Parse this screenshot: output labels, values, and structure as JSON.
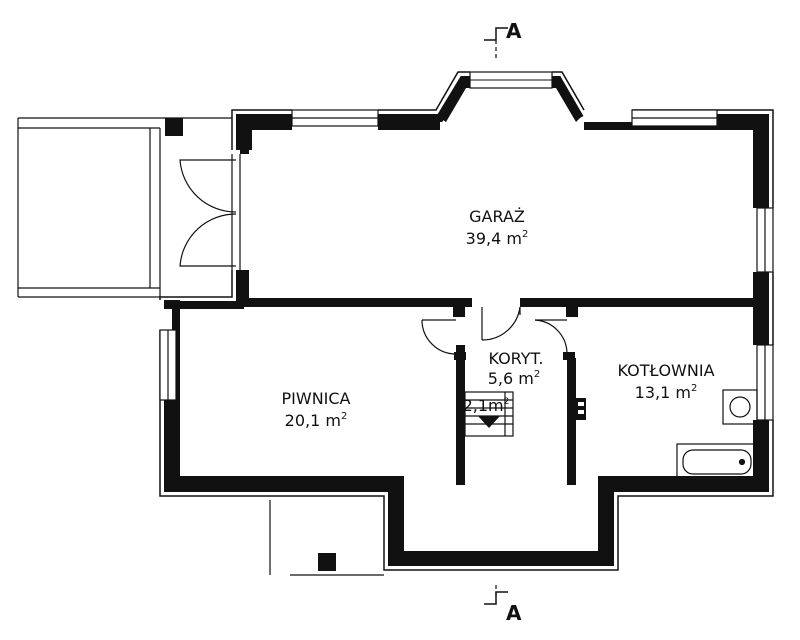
{
  "section_marker": "A",
  "rooms": {
    "garaz": {
      "name": "GARAŻ",
      "area": "39,4 m",
      "sup": "2"
    },
    "piwnica": {
      "name": "PIWNICA",
      "area": "20,1 m",
      "sup": "2"
    },
    "koryt": {
      "name": "KORYT.",
      "area": "5,6 m",
      "sup": "2"
    },
    "kotlownia": {
      "name": "KOTŁOWNIA",
      "area": "13,1 m",
      "sup": "2"
    },
    "stairs": {
      "area": "2,1m",
      "sup": "2"
    }
  },
  "colors": {
    "wall": "#111111",
    "line": "#111111",
    "background": "#ffffff"
  }
}
